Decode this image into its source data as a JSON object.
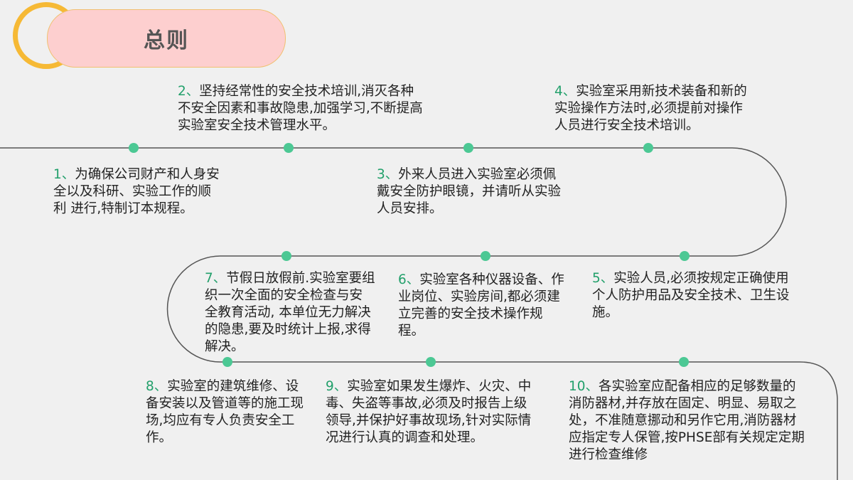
{
  "title": "总则",
  "colors": {
    "accent_ring": "#f6b935",
    "title_bg": "#fdcfcf",
    "dot": "#4cc894",
    "number": "#22a06b",
    "line": "#555555"
  },
  "items": [
    {
      "num": "1、",
      "text": "为确保公司财产和人身安全以及科研、实验工作的顺利 进行,特制订本规程。"
    },
    {
      "num": "2、",
      "text": "坚持经常性的安全技术培训,消灭各种不安全因素和事故隐患,加强学习,不断提高实验室安全技术管理水平。"
    },
    {
      "num": "3、",
      "text": "外来人员进入实验室必须佩戴安全防护眼镜，并请听从实验人员安排。"
    },
    {
      "num": "4、",
      "text": "实验室采用新技术装备和新的实验操作方法时,必须提前对操作人员进行安全技术培训。"
    },
    {
      "num": "5、",
      "text": "实验人员,必须按规定正确使用个人防护用品及安全技术、卫生设施。"
    },
    {
      "num": "6、",
      "text": "实验室各种仪器设备、作业岗位、实验房间,都必须建立完善的安全技术操作规程。"
    },
    {
      "num": "7、",
      "text": "节假日放假前.实验室要组织一次全面的安全检查与安全教育活动, 本单位无力解决的隐患,要及时统计上报,求得解决。"
    },
    {
      "num": "8、",
      "text": "实验室的建筑维修、设备安装以及管道等的施工现场,均应有专人负责安全工作。"
    },
    {
      "num": "9、",
      "text": "实验室如果发生爆炸、火灾、中毒、失盗等事故,必须及时报告上级领导,并保护好事故现场,针对实际情况进行认真的调查和处理。"
    },
    {
      "num": "10、",
      "text": "各实验室应配备相应的足够数量的消防器材,并存放在固定、明显、易取之处，不准随意挪动和另作它用,消防器材应指定专人保管,按PHSE部有关规定定期进行检查维修"
    }
  ]
}
